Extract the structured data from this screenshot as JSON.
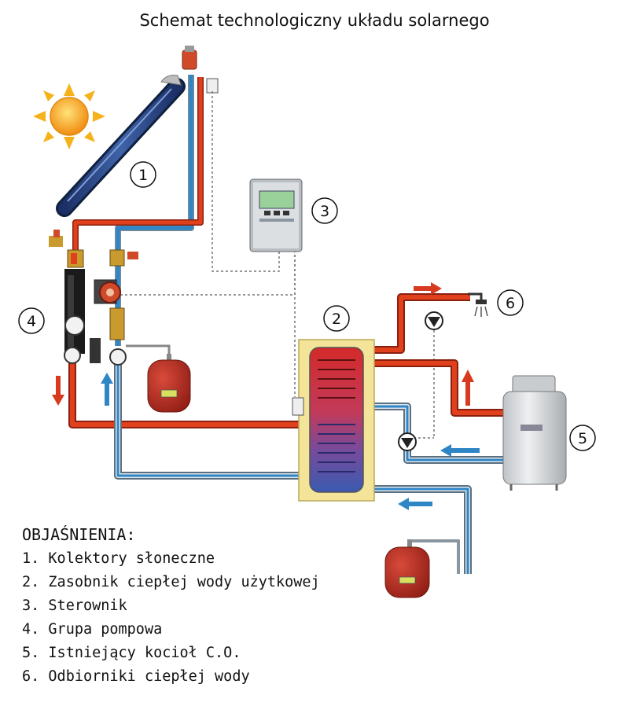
{
  "title": "Schemat technologiczny układu solarnego",
  "components": [
    {
      "number": "1"
    },
    {
      "number": "2"
    },
    {
      "number": "3"
    },
    {
      "number": "4"
    },
    {
      "number": "5"
    },
    {
      "number": "6"
    }
  ],
  "legend": {
    "heading": "OBJAŚNIENIA:",
    "items": [
      {
        "number": "1.",
        "label": "Kolektory słoneczne"
      },
      {
        "number": "2.",
        "label": "Zasobnik ciepłej wody użytkowej"
      },
      {
        "number": "3.",
        "label": "Sterownik"
      },
      {
        "number": "4.",
        "label": "Grupa pompowa"
      },
      {
        "number": "5.",
        "label": "Istniejący kocioł C.O."
      },
      {
        "number": "6.",
        "label": "Odbiorniki ciepłej wody"
      }
    ]
  },
  "colors": {
    "hot_pipe": "#e0401c",
    "cold_pipe": "#2f86c7",
    "pipe_outline": "#9aa3aa",
    "tank_yellow": "#f4e49a",
    "vessel_red": "#b5281e",
    "sun": "#f5b21a"
  },
  "icons": [
    "sun-icon",
    "solar-collector-icon",
    "controller-icon",
    "pump-icon",
    "expansion-vessel-icon",
    "shower-icon",
    "boiler-icon",
    "storage-tank-icon"
  ]
}
